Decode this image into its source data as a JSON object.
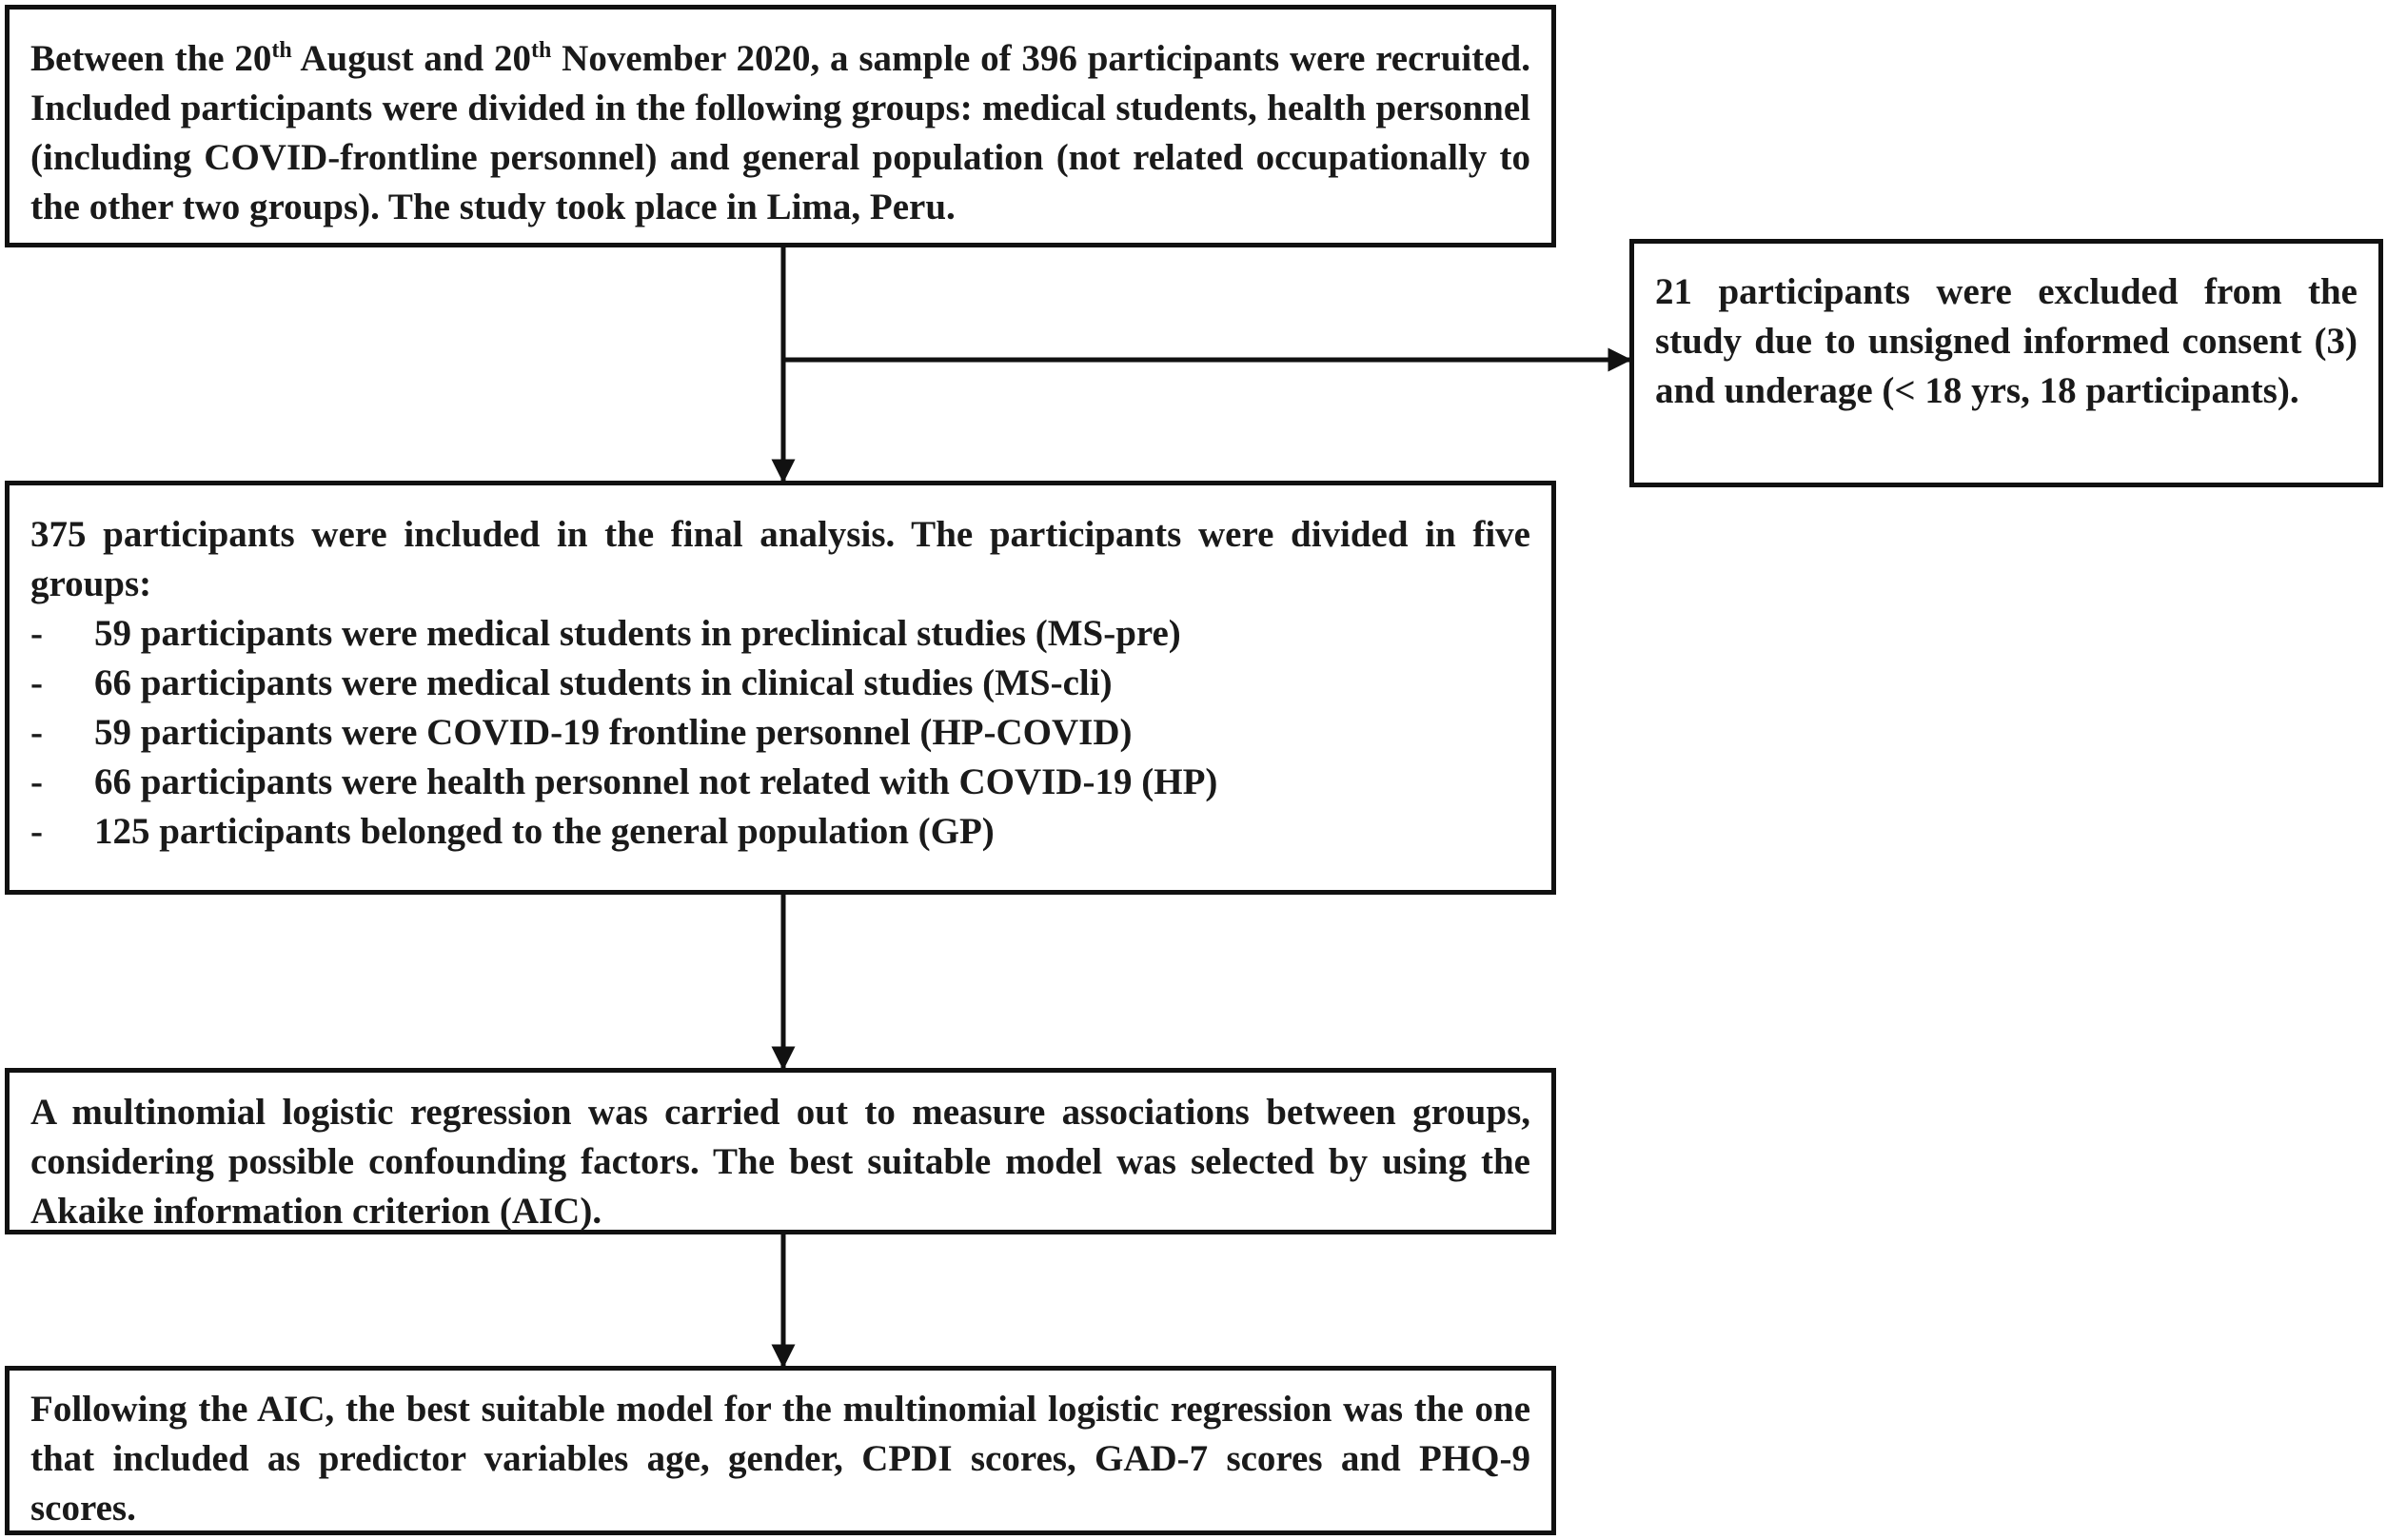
{
  "box1": {
    "pre": "Between the 20",
    "sup1": "th",
    "mid": " August and 20",
    "sup2": "th",
    "post": " November 2020, a sample of 396 participants were recruited. Included participants were divided in the following groups: medical students, health personnel (including COVID-frontline personnel) and general population (not related occupationally to the other two groups). The study took place in Lima, Peru."
  },
  "box2": {
    "text": "21 participants were excluded from the study due to unsigned informed consent (3) and underage (< 18 yrs, 18 participants)."
  },
  "box3": {
    "intro": "375 participants were included in the final analysis. The participants were divided in five groups:",
    "bullets": [
      {
        "dash": "-",
        "text": "59 participants were medical students in preclinical studies (MS-pre)"
      },
      {
        "dash": "-",
        "text": "66 participants were medical students in clinical studies (MS-cli)"
      },
      {
        "dash": "-",
        "text": "59 participants were COVID-19 frontline personnel (HP-COVID)"
      },
      {
        "dash": "-",
        "text": "66 participants were health personnel not related with COVID-19 (HP)"
      },
      {
        "dash": "-",
        "text": "125 participants belonged to the general population (GP)"
      }
    ]
  },
  "box4": {
    "text": "A multinomial logistic regression was carried out to measure associations between groups, considering possible confounding factors. The best suitable model was selected by using the Akaike information criterion (AIC)."
  },
  "box5": {
    "text": "Following the AIC, the best suitable model for the multinomial logistic regression was the one that included as predictor variables age, gender, CPDI scores, GAD-7 scores and PHQ-9 scores."
  }
}
